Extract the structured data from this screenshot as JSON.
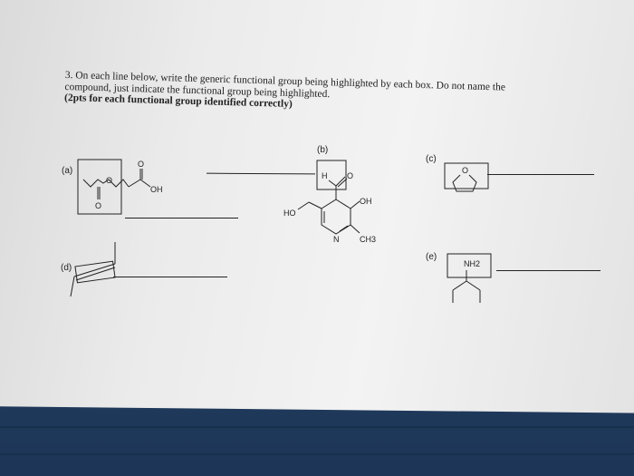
{
  "question": {
    "number": "3.",
    "line1": "On each line below, write the generic functional group being highlighted by each box. Do not name the",
    "line2": "compound, just indicate the functional group being highlighted.",
    "line3": "(2pts for each functional group identified correctly)"
  },
  "labels": {
    "a": "(a)",
    "b": "(b)",
    "c": "(c)",
    "d": "(d)",
    "e": "(e)"
  },
  "atoms": {
    "a_o_carbonyl_top": "O",
    "a_o_ester": "O",
    "a_oh": "OH",
    "a_o_carbonyl_bottom": "O",
    "b_h": "H",
    "b_o": "O",
    "b_oh": "OH",
    "b_ho": "HO",
    "b_n": "N",
    "b_ch3": "CH3",
    "c_o": "O",
    "e_nh2": "NH2"
  }
}
